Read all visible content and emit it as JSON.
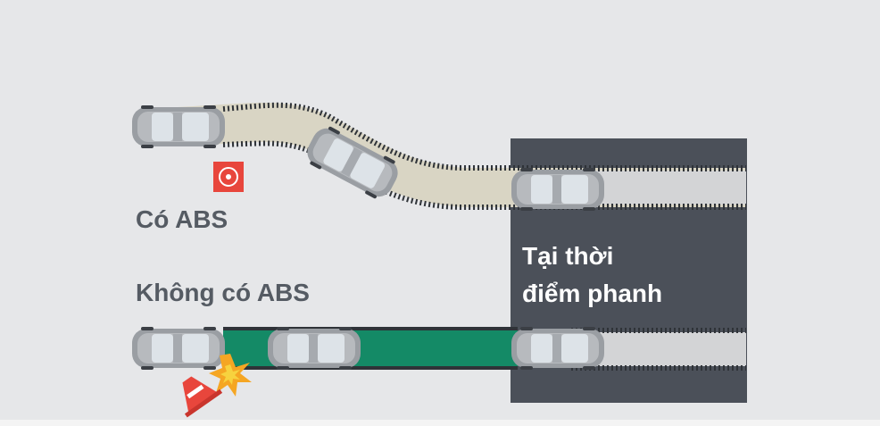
{
  "labels": {
    "with_abs": "Có ABS",
    "without_abs": "Không có ABS",
    "brake_moment_line1": "Tại thời",
    "brake_moment_line2": "điểm phanh"
  },
  "colors": {
    "background": "#e6e7e9",
    "brake_zone": "#4b5059",
    "abs_path": "#d9d5c4",
    "no_abs_path": "#148a66",
    "label_text": "#555b63",
    "car_body": "#9a9ea3",
    "obstacle_red": "#e8463c",
    "spark": "#f5a623"
  },
  "icons": {
    "obstacle_marker": "warning-square-icon",
    "traffic_cone": "traffic-cone-icon",
    "collision": "collision-spark-icon",
    "car": "car-top-view-icon"
  }
}
